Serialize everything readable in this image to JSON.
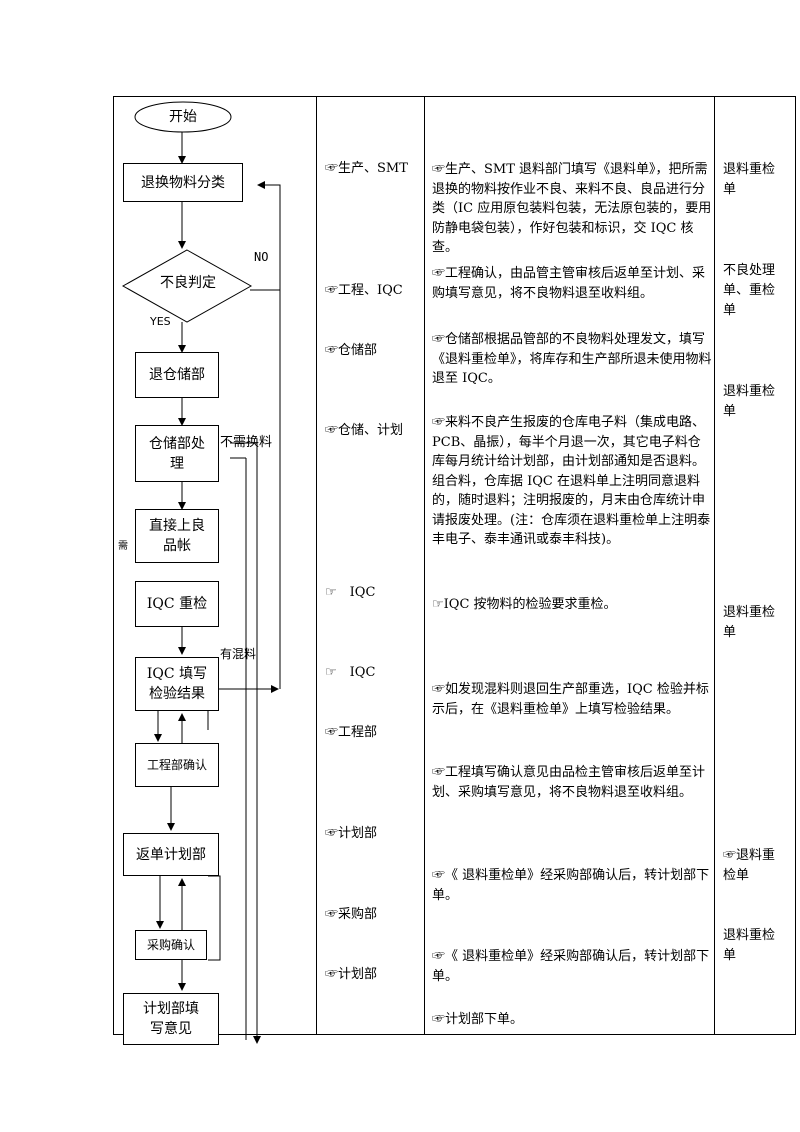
{
  "flow": {
    "start": "开始",
    "classify": "退换物料分类",
    "judge": "不良判定",
    "no_label": "NO",
    "yes_label": "YES",
    "to_warehouse": "退仓储部",
    "warehouse_process": "仓储部处理",
    "no_exchange_label": "不需换料",
    "direct_good": "直接上良品帐",
    "need_label": "需",
    "iqc_recheck": "IQC 重检",
    "mixed_label": "有混料",
    "iqc_fill": "IQC 填写检验结果",
    "eng_confirm": "工程部确认",
    "return_plan": "返单计划部",
    "purchase_confirm": "采购确认",
    "plan_fill": "计划部填写意见"
  },
  "rows": [
    {
      "dept": "☞生产、SMT",
      "desc": "☞生产、SMT 退料部门填写《退料单》，把所需退换的物料按作业不良、来料不良、良品进行分类（IC 应用原包装料包装，无法原包装的，要用防静电袋包装），作好包装和标识，交 IQC 核查。",
      "form": "退料重检单"
    },
    {
      "dept": "☞工程、IQC",
      "desc": "☞工程确认，由品管主管审核后返单至计划、采购填写意见，将不良物料退至收料组。",
      "form": "不良处理单、重检单"
    },
    {
      "dept": "☞仓储部",
      "desc": "☞仓储部根据品管部的不良物料处理发文，填写《退料重检单》，将库存和生产部所退未使用物料退至 IQC。",
      "form": "退料重检单"
    },
    {
      "dept": "☞仓储、计划",
      "desc": "☞来料不良产生报废的仓库电子料（集成电路、PCB、晶振），每半个月退一次，其它电子料仓库每月统计给计划部，由计划部通知是否退料。组合料，仓库据 IQC 在退料单上注明同意退料的，随时退料；注明报废的，月末由仓库统计申请报废处理。(注：仓库须在退料重检单上注明泰丰电子、泰丰通讯或泰丰科技)。",
      "form": ""
    },
    {
      "dept": "☞　IQC",
      "desc": "☞IQC 按物料的检验要求重检。",
      "form": "退料重检单"
    },
    {
      "dept": "☞　IQC",
      "desc": "☞如发现混料则退回生产部重选，IQC 检验并标示后，在《退料重检单》上填写检验结果。",
      "form": ""
    },
    {
      "dept": "☞工程部",
      "desc": "☞工程填写确认意见由品检主管审核后返单至计划、采购填写意见，将不良物料退至收料组。",
      "form": ""
    },
    {
      "dept": "☞计划部",
      "desc": "☞《 退料重检单》经采购部确认后，转计划部下单。",
      "form": "☞退料重检单"
    },
    {
      "dept": "☞采购部",
      "desc": "☞《 退料重检单》经采购部确认后，转计划部下单。",
      "form": "退料重检单"
    },
    {
      "dept": "☞计划部",
      "desc": "☞计划部下单。",
      "form": ""
    }
  ]
}
